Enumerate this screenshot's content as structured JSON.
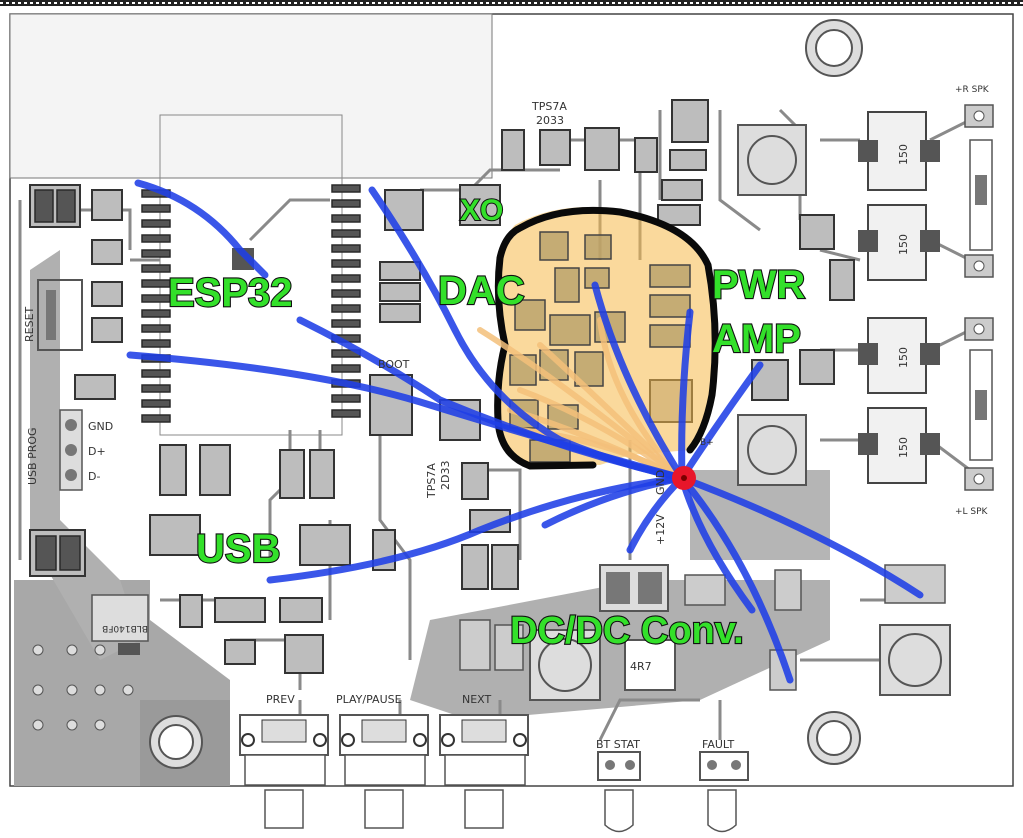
{
  "labels": {
    "esp32": "ESP32",
    "dac": "DAC",
    "xo": "XO",
    "pwr": "PWR",
    "amp": "AMP",
    "usb": "USB",
    "dcdc": "DC/DC Conv."
  },
  "silkscreen": {
    "reg_top_1": "TPS7A",
    "reg_top_2": "2033",
    "reg_mid_1": "TPS7A",
    "reg_mid_2": "2D33",
    "boot": "BOOT",
    "reset": "RESET",
    "usb_prog": "USB PROG",
    "gnd": "GND",
    "dplus": "D+",
    "dminus": "D-",
    "vin_gnd": "GND",
    "vin_12v": "+12V",
    "r_spk": "+R SPK",
    "l_spk": "+L SPK",
    "prev": "PREV",
    "play_pause": "PLAY/PAUSE",
    "next": "NEXT",
    "bt_stat": "BT STAT",
    "fault": "FAULT",
    "inductor": "4R7",
    "ferrite_150": "150",
    "diode": "BLB140FB",
    "bplus": "B+"
  },
  "colors": {
    "board": "#ffffff",
    "copper": "#9e9e9e",
    "pad": "#555555",
    "wire": "#1f3fe6",
    "dac_highlight": "#f5b94a",
    "label_fill": "#33e02a",
    "junction": "#e8162a"
  }
}
